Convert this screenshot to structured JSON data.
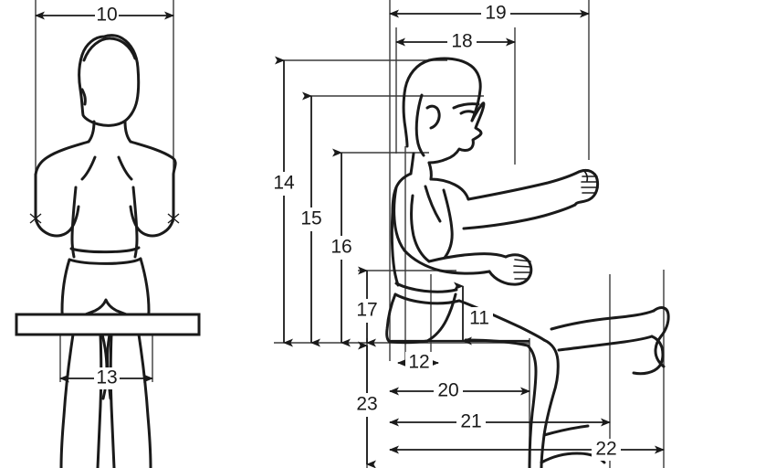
{
  "diagram": {
    "title": "Anthropometric body measurement diagram",
    "type": "technical-line-drawing",
    "background_color": "#ffffff",
    "line_color": "#1a1a1a",
    "dimension_line_color": "#333333",
    "views": [
      {
        "name": "frontal-standing-view",
        "description": "Front view of a standing human figure from head to calves, standing on a horizontal board/plank at hip level"
      },
      {
        "name": "lateral-seated-view",
        "description": "Side (profile) view of a seated human figure with one arm extended forward and one leg extended forward"
      }
    ],
    "measurements": [
      {
        "id": "10",
        "label": "10",
        "view": "frontal-standing-view",
        "orientation": "horizontal",
        "position": "shoulder-breadth-top"
      },
      {
        "id": "13",
        "label": "13",
        "view": "frontal-standing-view",
        "orientation": "horizontal",
        "position": "hip-knee-breadth-below-board"
      },
      {
        "id": "19",
        "label": "19",
        "view": "lateral-seated-view",
        "orientation": "horizontal",
        "position": "forward-reach-to-fist-top"
      },
      {
        "id": "18",
        "label": "18",
        "view": "lateral-seated-view",
        "orientation": "horizontal",
        "position": "back-to-face-front"
      },
      {
        "id": "14",
        "label": "14",
        "view": "lateral-seated-view",
        "orientation": "vertical",
        "position": "sitting-height-to-crown"
      },
      {
        "id": "15",
        "label": "15",
        "view": "lateral-seated-view",
        "orientation": "vertical",
        "position": "sitting-eye-height"
      },
      {
        "id": "16",
        "label": "16",
        "view": "lateral-seated-view",
        "orientation": "vertical",
        "position": "sitting-shoulder-height"
      },
      {
        "id": "17",
        "label": "17",
        "view": "lateral-seated-view",
        "orientation": "vertical",
        "position": "sitting-elbow-height"
      },
      {
        "id": "11",
        "label": "11",
        "view": "lateral-seated-view",
        "orientation": "vertical",
        "position": "thigh-clearance-height"
      },
      {
        "id": "12",
        "label": "12",
        "view": "lateral-seated-view",
        "orientation": "horizontal",
        "position": "buttock-abdomen-depth"
      },
      {
        "id": "20",
        "label": "20",
        "view": "lateral-seated-view",
        "orientation": "horizontal",
        "position": "buttock-knee-length"
      },
      {
        "id": "21",
        "label": "21",
        "view": "lateral-seated-view",
        "orientation": "horizontal",
        "position": "buttock-popliteal-length"
      },
      {
        "id": "22",
        "label": "22",
        "view": "lateral-seated-view",
        "orientation": "horizontal",
        "position": "buttock-to-foot-length"
      },
      {
        "id": "23",
        "label": "23",
        "view": "lateral-seated-view",
        "orientation": "vertical",
        "position": "popliteal-seat-height"
      }
    ]
  }
}
